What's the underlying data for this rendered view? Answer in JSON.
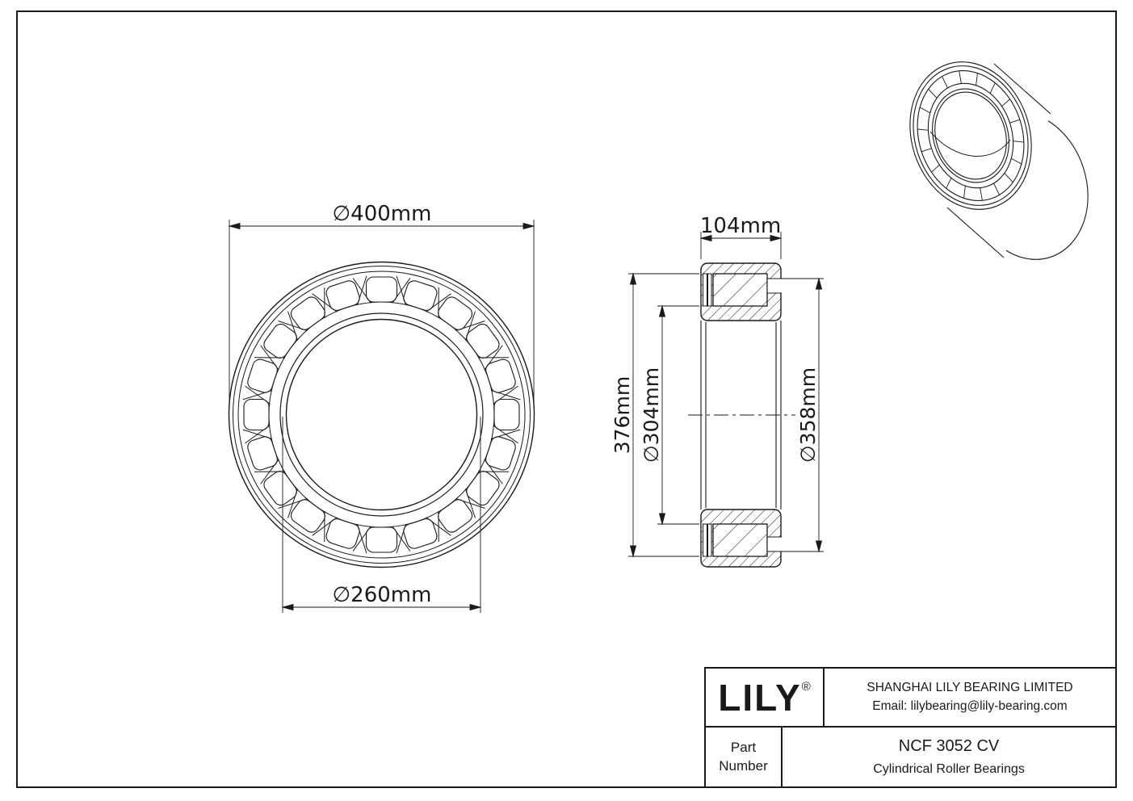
{
  "drawing": {
    "front_view": {
      "outer_diameter_label": "∅400mm",
      "bore_diameter_label": "∅260mm"
    },
    "section_view": {
      "width_label": "104mm",
      "raceway_height_label": "376mm",
      "inner_raceway_diameter_label": "∅304mm",
      "flange_diameter_label": "∅358mm"
    }
  },
  "title_block": {
    "logo": "LILY",
    "registered_mark": "®",
    "company_name": "SHANGHAI LILY BEARING LIMITED",
    "email": "Email: lilybearing@lily-bearing.com",
    "part_label_line1": "Part",
    "part_label_line2": "Number",
    "part_number": "NCF 3052 CV",
    "part_category": "Cylindrical Roller Bearings"
  },
  "colors": {
    "line": "#1a1a1a",
    "background": "#ffffff"
  }
}
